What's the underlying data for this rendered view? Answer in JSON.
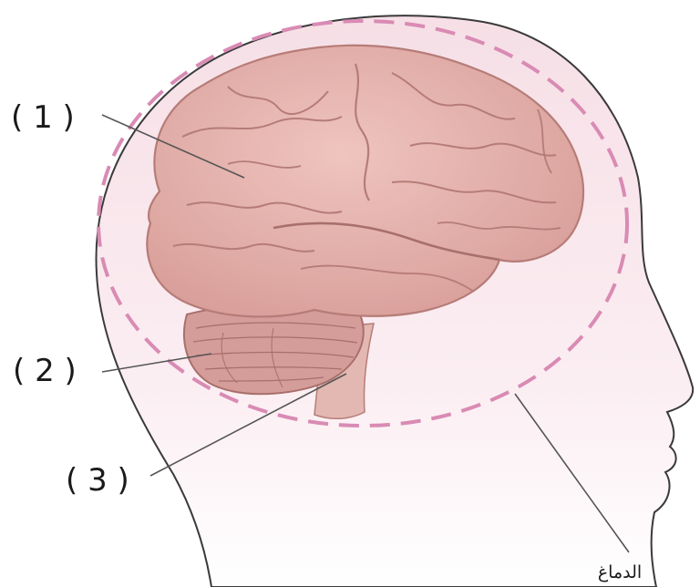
{
  "labels": {
    "cerebrum": "( 1 )",
    "cerebellum": "( 2 )",
    "brainstem": "( 3 )",
    "brain": "الدماغ"
  },
  "colors": {
    "head_fill": "#f7e4ea",
    "head_outline": "#3a3a3a",
    "dashed_outline": "#d98bb4",
    "brain_fill": "#e8b4b0",
    "brain_fold": "#b67c78",
    "cerebellum_fill": "#d59d9a",
    "stem_fill": "#e4b8b2"
  }
}
